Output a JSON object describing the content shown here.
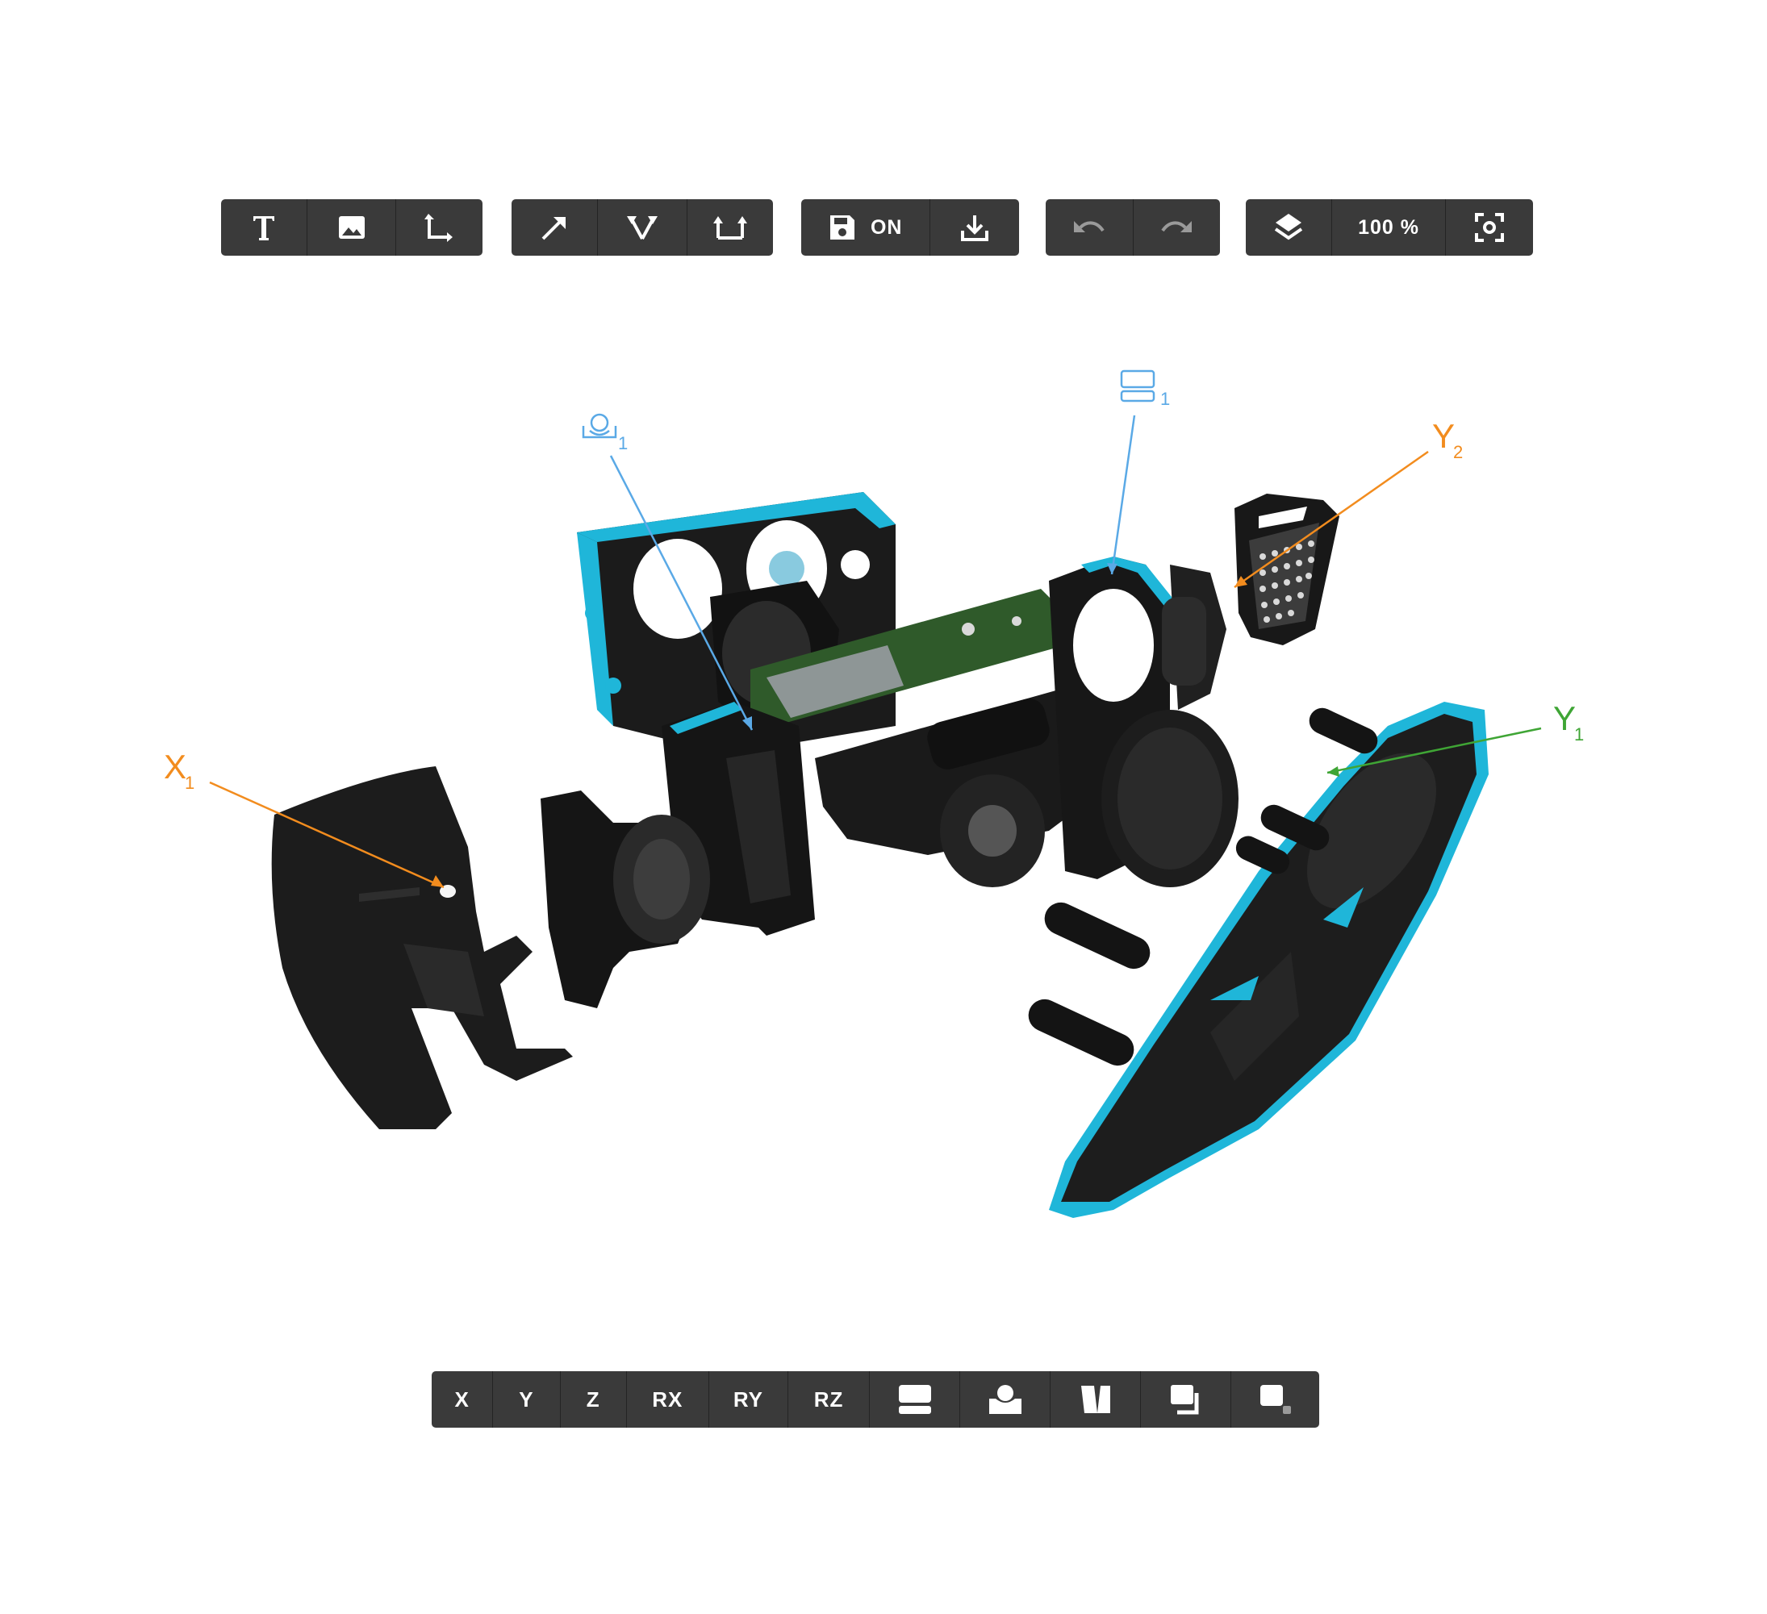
{
  "top_toolbar": {
    "groups": [
      {
        "buttons": [
          {
            "icon": "text-icon",
            "glyph": "T"
          },
          {
            "icon": "image-icon"
          },
          {
            "icon": "axis-arrow-icon"
          }
        ]
      },
      {
        "buttons": [
          {
            "icon": "diagonal-arrow-icon"
          },
          {
            "icon": "split-arrow-icon"
          },
          {
            "icon": "up-arrows-icon"
          }
        ]
      },
      {
        "buttons": [
          {
            "icon": "save-icon",
            "label": "ON"
          },
          {
            "icon": "download-icon"
          }
        ]
      },
      {
        "buttons": [
          {
            "icon": "undo-icon"
          },
          {
            "icon": "redo-icon"
          }
        ]
      },
      {
        "buttons": [
          {
            "icon": "layers-icon"
          },
          {
            "label": "100 %"
          },
          {
            "icon": "screenshot-icon"
          }
        ]
      }
    ],
    "save_label": "ON",
    "zoom_label": "100 %"
  },
  "bottom_toolbar": {
    "axis_buttons": [
      "X",
      "Y",
      "Z",
      "RX",
      "RY",
      "RZ"
    ],
    "icons": [
      "plane-icon",
      "joint-icon",
      "parallel-icon",
      "stack-icon",
      "point-icon"
    ]
  },
  "annotations": {
    "x1": {
      "main": "X",
      "sub": "1",
      "color": "#f28c1e"
    },
    "y1": {
      "main": "Y",
      "sub": "1",
      "color": "#3fa535"
    },
    "y2": {
      "main": "Y",
      "sub": "2",
      "color": "#f28c1e"
    },
    "joint_1": {
      "icon": "joint-icon",
      "sub": "1",
      "color": "#5aa9e6"
    },
    "plane_1": {
      "icon": "plane-icon",
      "sub": "1",
      "color": "#5aa9e6"
    }
  },
  "colors": {
    "toolbar_bg": "#3a3a3a",
    "toolbar_icon": "#ffffff",
    "accent_blue": "#1fb6d9",
    "part_black": "#1a1a1a",
    "pcb_green": "#2f5a2a"
  }
}
